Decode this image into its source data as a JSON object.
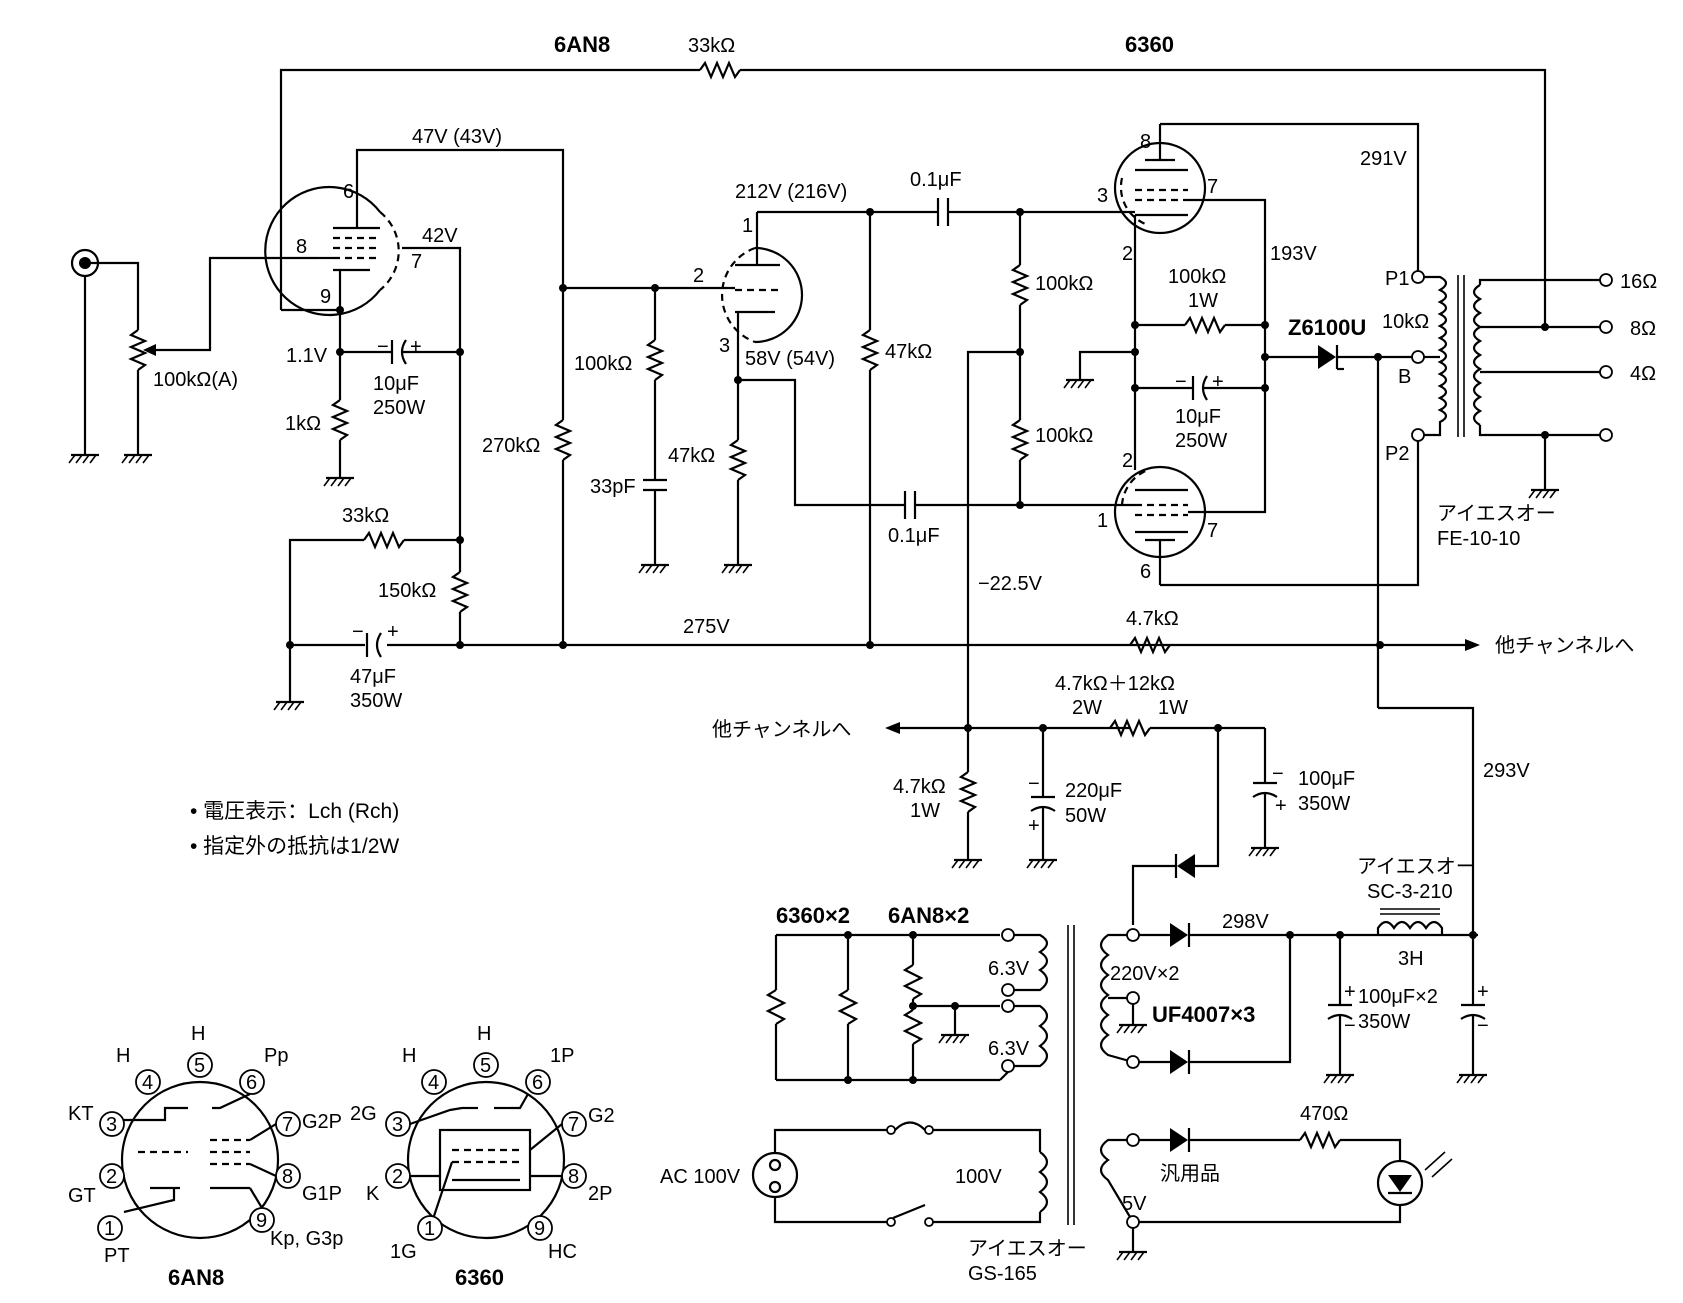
{
  "tubes": {
    "top_left_label": "6AN8",
    "top_right_label": "6360"
  },
  "labels": {
    "r_fb_top": "33kΩ",
    "v_47": "47V (43V)",
    "v_42": "42V",
    "v_212": "212V (216V)",
    "c_top": "0.1μF",
    "v_291": "291V",
    "r100k_a": "100kΩ",
    "r100k_b": "100kΩ",
    "r100k_1w": "100kΩ",
    "r100k_1w_w": "1W",
    "v_193": "193V",
    "diode_z": "Z6100U",
    "p1": "P1",
    "p2": "P2",
    "b": "B",
    "tr_10k": "10kΩ",
    "out16": "16Ω",
    "out8": "8Ω",
    "out4": "4Ω",
    "vol": "100kΩ(A)",
    "v_11": "1.1V",
    "c10_a": "10μF",
    "c10_a_v": "250W",
    "r1k": "1kΩ",
    "r270k": "270kΩ",
    "r100k_grid": "100kΩ",
    "c33p": "33pF",
    "v_58": "58V (54V)",
    "r47k_a": "47kΩ",
    "r47k_b": "47kΩ",
    "c10_b": "10μF",
    "c10_b_v": "250W",
    "c_bot": "0.1μF",
    "v_neg": "−22.5V",
    "r33k_b": "33kΩ",
    "r150k": "150kΩ",
    "c47": "47μF",
    "c47_v": "350W",
    "v_275": "275V",
    "r4k7_a": "4.7kΩ",
    "to_other_right": "他チャンネルへ",
    "to_other_left": "他チャンネルへ",
    "r4k7_12k": "4.7kΩ＋12kΩ",
    "r_2w": "2W",
    "r_1w": "1W",
    "r4k7_b": "4.7kΩ",
    "r4k7_b_w": "1W",
    "c220": "220μF",
    "c220_v": "50W",
    "c100": "100μF",
    "c100_v": "350W",
    "v_293": "293V",
    "out_tr": "アイエスオー",
    "out_tr_model": "FE-10-10",
    "note1": "• 電圧表示：Lch (Rch)",
    "note2": "• 指定外の抵抗は1/2W",
    "choke": "アイエスオー",
    "choke_model": "SC-3-210",
    "choke_h": "3H",
    "heat1": "6360×2",
    "heat2": "6AN8×2",
    "h63a": "6.3V",
    "h63b": "6.3V",
    "sec220": "220V×2",
    "uf4007": "UF4007×3",
    "v_298": "298V",
    "c100x2": "100μF×2",
    "c100x2_v": "350W",
    "r470": "470Ω",
    "generic": "汎用品",
    "ac100": "AC 100V",
    "pri100": "100V",
    "v5": "5V",
    "ptr": "アイエスオー",
    "ptr_model": "GS-165"
  },
  "pin_6an8": {
    "title": "6AN8",
    "p1": "1",
    "p2": "2",
    "p3": "3",
    "p4": "4",
    "p5": "5",
    "p6": "6",
    "p7": "7",
    "p8": "8",
    "p9": "9",
    "H_left": "H",
    "H_top": "H",
    "Pp": "Pp",
    "KT": "KT",
    "G2P": "G2P",
    "GT": "GT",
    "G1P": "G1P",
    "PT": "PT",
    "KpG3p": "Kp, G3p"
  },
  "pin_6360": {
    "title": "6360",
    "p1": "1",
    "p2": "2",
    "p3": "3",
    "p4": "4",
    "p5": "5",
    "p6": "6",
    "p7": "7",
    "p8": "8",
    "p9": "9",
    "H_left": "H",
    "H_top": "H",
    "1P": "1P",
    "2G": "2G",
    "G2": "G2",
    "K": "K",
    "2P": "2P",
    "1G": "1G",
    "HC": "HC"
  },
  "pins_main": {
    "a6": "6",
    "a8": "8",
    "a7": "7",
    "a9": "9",
    "b1": "1",
    "b2": "2",
    "b3": "3",
    "c8": "8",
    "c3": "3",
    "c7": "7",
    "c2": "2",
    "d2": "2",
    "d1": "1",
    "d7": "7",
    "d6": "6"
  }
}
